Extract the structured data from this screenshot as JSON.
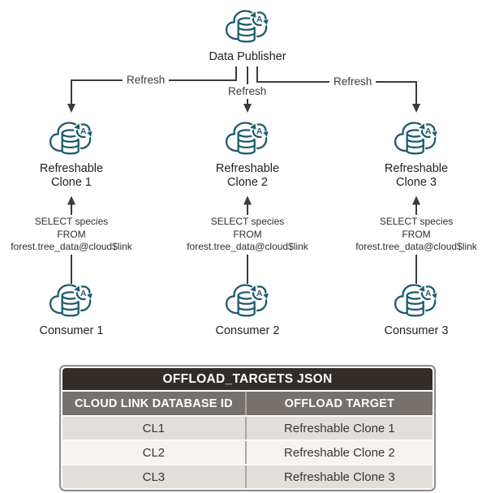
{
  "colors": {
    "icon_teal": "#1d5b6e",
    "connector_line": "#3b3b3b",
    "table_title_bg": "#332d29",
    "table_header_bg": "#77716d",
    "row_odd_bg": "#e2dfdb",
    "row_even_bg": "#f5f4f1",
    "table_border": "#8f8b88"
  },
  "diagram": {
    "publisher_label": "Data Publisher",
    "refresh_label": "Refresh",
    "icon_name": "autonomous-database-icon",
    "icon_badge_letter": "A",
    "clone_labels": [
      {
        "line1": "Refreshable",
        "line2": "Clone 1"
      },
      {
        "line1": "Refreshable",
        "line2": "Clone 2"
      },
      {
        "line1": "Refreshable",
        "line2": "Clone 3"
      }
    ],
    "query_lines": [
      "SELECT species",
      "FROM",
      "forest.tree_data@cloud$link"
    ],
    "consumer_labels": [
      "Consumer 1",
      "Consumer 2",
      "Consumer 3"
    ]
  },
  "table": {
    "title": "OFFLOAD_TARGETS JSON",
    "columns": [
      "CLOUD LINK DATABASE ID",
      "OFFLOAD TARGET"
    ],
    "rows": [
      {
        "id": "CL1",
        "target": "Refreshable Clone 1"
      },
      {
        "id": "CL2",
        "target": "Refreshable Clone 2"
      },
      {
        "id": "CL3",
        "target": "Refreshable Clone 3"
      }
    ]
  }
}
